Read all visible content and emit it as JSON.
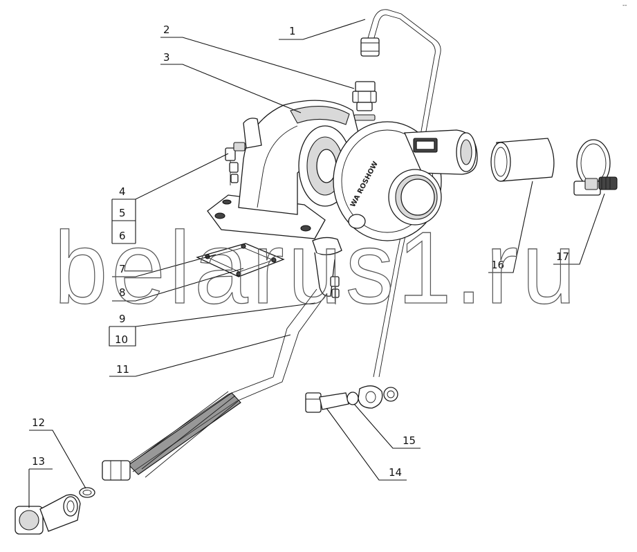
{
  "watermark": "belarus1.ru",
  "corner_mark": "--",
  "casting_text": "WA  ROSHOW",
  "callouts": [
    {
      "id": "1",
      "label": "1"
    },
    {
      "id": "2",
      "label": "2"
    },
    {
      "id": "3",
      "label": "3"
    },
    {
      "id": "4",
      "label": "4"
    },
    {
      "id": "5",
      "label": "5"
    },
    {
      "id": "6",
      "label": "6"
    },
    {
      "id": "7",
      "label": "7"
    },
    {
      "id": "8",
      "label": "8"
    },
    {
      "id": "9",
      "label": "9"
    },
    {
      "id": "10",
      "label": "10"
    },
    {
      "id": "11",
      "label": "11"
    },
    {
      "id": "12",
      "label": "12"
    },
    {
      "id": "13",
      "label": "13"
    },
    {
      "id": "14",
      "label": "14"
    },
    {
      "id": "15",
      "label": "15"
    },
    {
      "id": "16",
      "label": "16"
    },
    {
      "id": "17",
      "label": "17"
    }
  ]
}
